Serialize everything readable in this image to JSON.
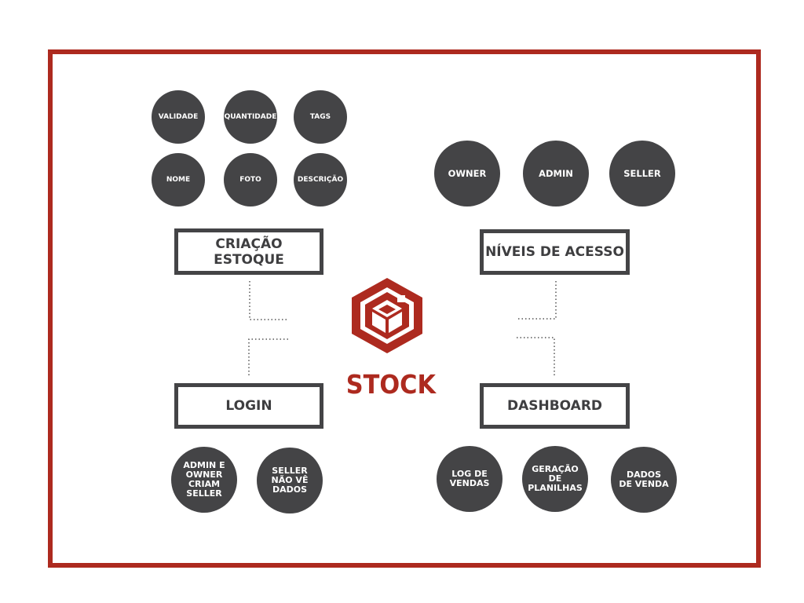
{
  "stock_fields": {
    "validade": "VALIDADE",
    "quantidade": "QUANTIDADE",
    "tags": "TAGS",
    "nome": "NOME",
    "foto": "FOTO",
    "descricao": "DESCRIÇÃO"
  },
  "access_roles": {
    "owner": "OWNER",
    "admin": "ADMIN",
    "seller": "SELLER"
  },
  "modules": {
    "criacao_estoque_line1": "CRIAÇÃO",
    "criacao_estoque_line2": "ESTOQUE",
    "niveis_acesso": "NÍVEIS DE ACESSO",
    "login": "LOGIN",
    "dashboard": "DASHBOARD"
  },
  "login_notes": {
    "admin_owner": "ADMIN E OWNER CRIAM SELLER",
    "seller_no_data": "SELLER NÃO VÊ DADOS"
  },
  "dashboard_items": {
    "log_vendas": "LOG DE VENDAS",
    "geracao_planilhas": "GERAÇÃO DE PLANILHAS",
    "dados_venda": "DADOS DE VENDA"
  },
  "brand": {
    "name": "STOCK",
    "logo_icon": "hexagon-cube-icon"
  },
  "colors": {
    "accent": "#ad2a1f",
    "circle_fill": "#444446",
    "box_border": "#444446"
  }
}
